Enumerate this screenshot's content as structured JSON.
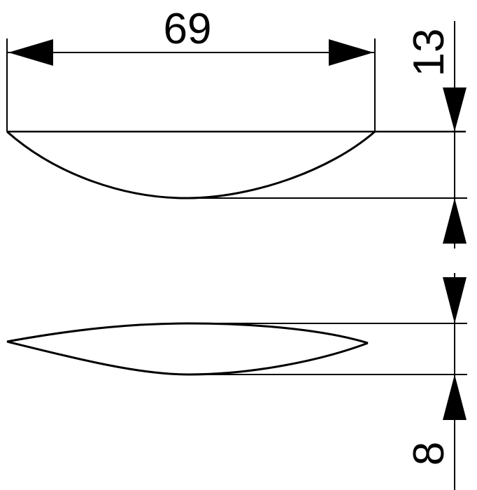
{
  "drawing": {
    "width_dimension": "69",
    "top_part_height_dimension": "13",
    "bottom_part_height_dimension": "8"
  }
}
